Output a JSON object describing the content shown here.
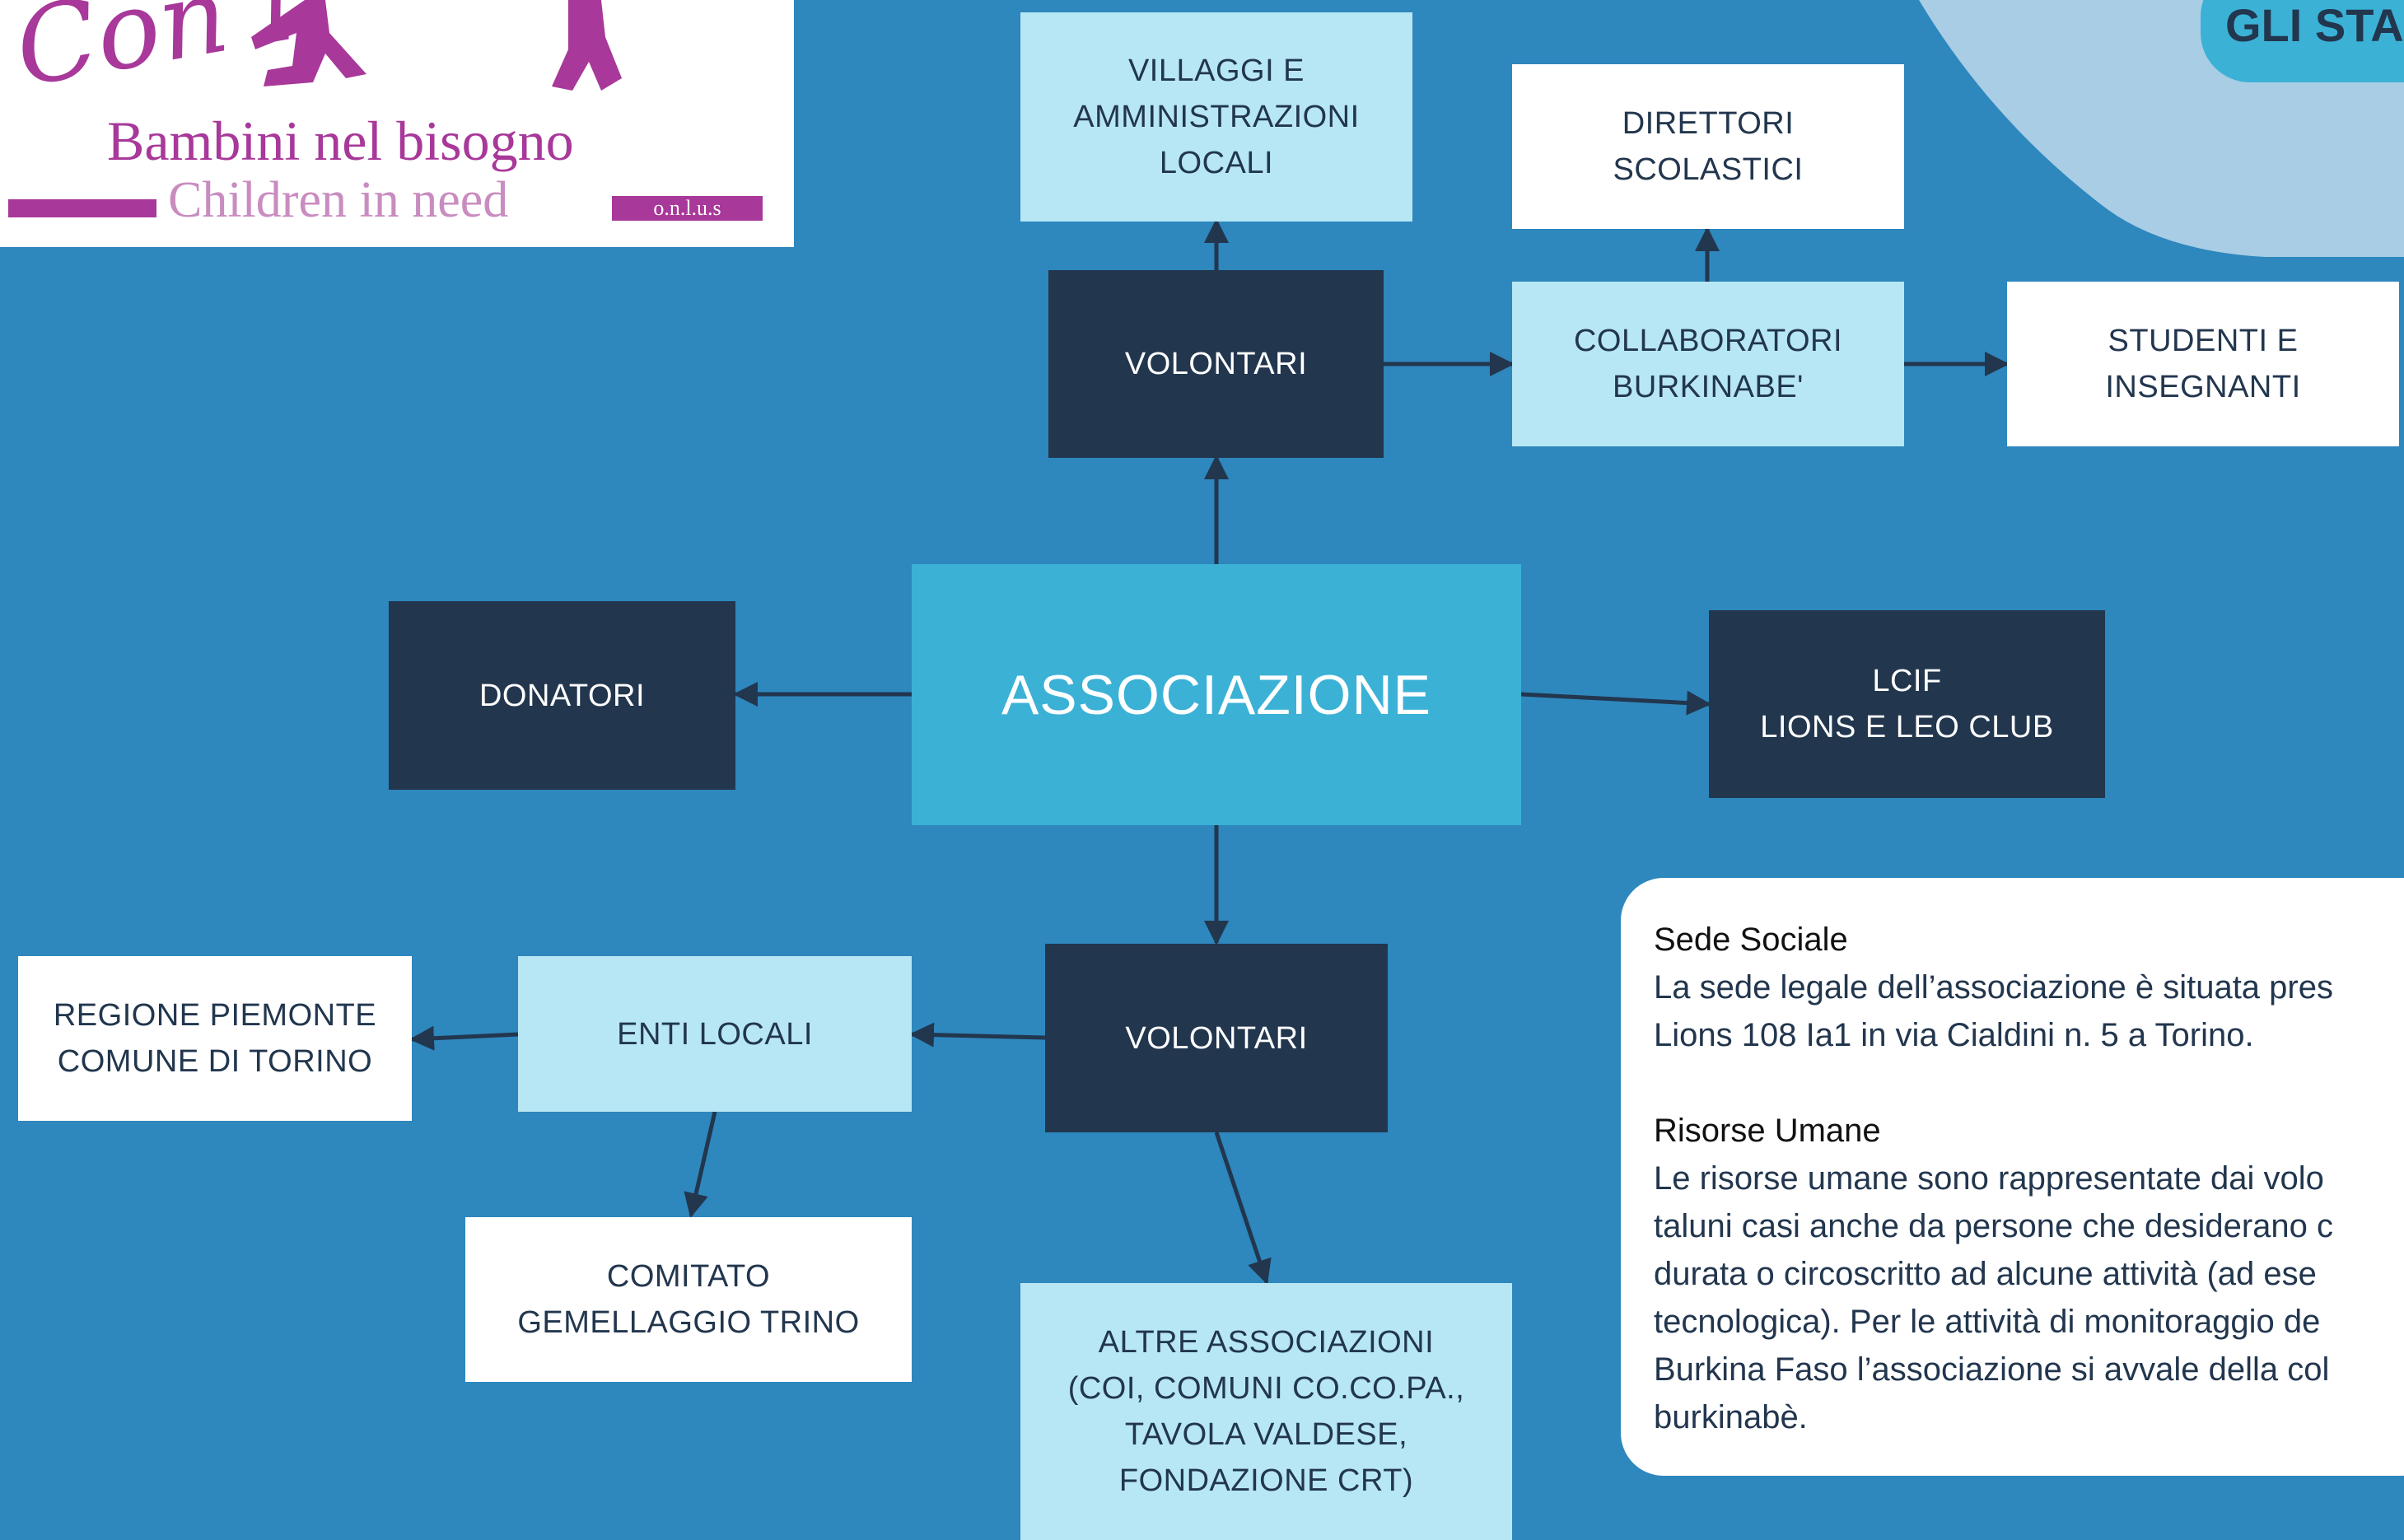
{
  "logo": {
    "script_text": "Con i",
    "title": "Bambini nel bisogno",
    "subtitle": "Children in need",
    "tag": "o.n.l.u.s"
  },
  "header_badge": "GLI STA",
  "nodes": {
    "associazione": "ASSOCIAZIONE",
    "volontari_top": "VOLONTARI",
    "volontari_bottom": "VOLONTARI",
    "villaggi": "VILLAGGI E\nAMMINISTRAZIONI\nLOCALI",
    "direttori": "DIRETTORI\nSCOLASTICI",
    "collaboratori": "COLLABORATORI\nBURKINABE'",
    "studenti": "STUDENTI E\nINSEGNANTI",
    "donatori": "DONATORI",
    "lcif": "LCIF\nLIONS E LEO CLUB",
    "enti_locali": "ENTI LOCALI",
    "regione": "REGIONE PIEMONTE\nCOMUNE DI TORINO",
    "comitato": "COMITATO\nGEMELLAGGIO TRINO",
    "altre": "ALTRE ASSOCIAZIONI\n(COI, COMUNI CO.CO.PA.,\nTAVOLA VALDESE,\nFONDAZIONE CRT)"
  },
  "info": {
    "heading1": "Sede Sociale",
    "line1a": "La sede legale dell’associazione è situata pres",
    "line1b": "Lions 108 Ia1 in via Cialdini n. 5 a Torino.",
    "heading2": "Risorse Umane",
    "line2a": "Le risorse umane sono rappresentate dai volo",
    "line2b": "taluni casi anche da persone che desiderano c",
    "line2c": "durata o circoscritto ad alcune attività (ad ese",
    "line2d": "tecnologica). Per le attività di monitoraggio de",
    "line2e": "Burkina Faso l’associazione si avvale della col",
    "line2f": "burkinabè."
  },
  "colors": {
    "background": "#2e87bd",
    "dark_box": "#22364e",
    "light_box": "#b7e7f4",
    "center_box": "#3bb1d6",
    "corner_shape": "#a8cde4",
    "logo_purple": "#a8389a"
  }
}
